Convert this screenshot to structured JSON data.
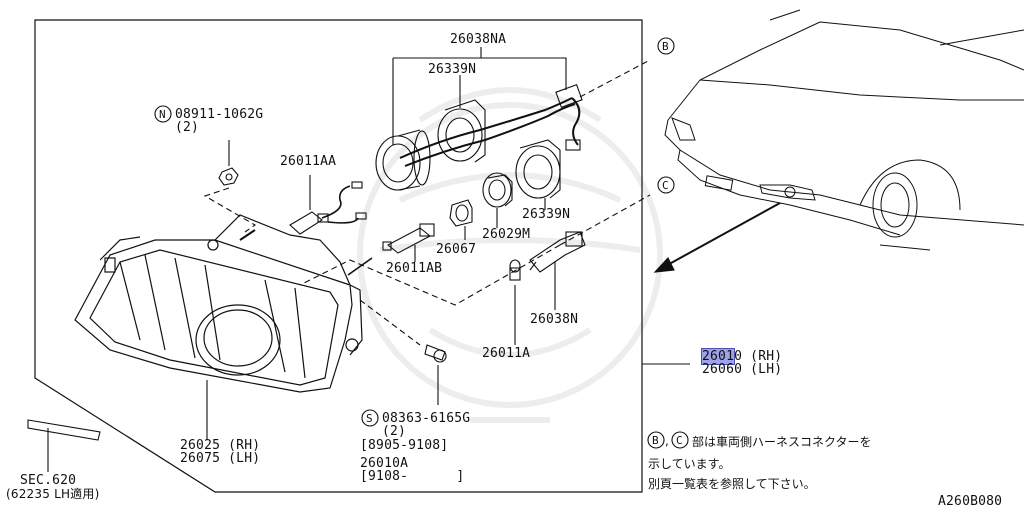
{
  "diagram": {
    "doc_code": "A260B080",
    "circle_refs": {
      "b": "B",
      "c": "C",
      "n": "N",
      "s": "S"
    },
    "labels": {
      "harness_main": "26038NA",
      "socket_upper": "26339N",
      "socket_right": "26339N",
      "bolt_n_part": "08911-1062G",
      "bolt_n_qty": "(2)",
      "bulb_aa": "26011AA",
      "bulb_ab": "26011AB",
      "cap_067": "26067",
      "cap_029m": "26029M",
      "harness_n": "26038N",
      "bulb_a": "26011A",
      "assy_rh_prefix": "2601",
      "assy_rh_suffix": "0 (RH)",
      "assy_lh": "26060 (LH)",
      "lamp_rh": "26025 (RH)",
      "lamp_lh": "26075 (LH)",
      "screw_s_part": "08363-6165G",
      "screw_s_qty": "(2)",
      "date_range_1": "[8905-9108]",
      "part_010a": "26010A",
      "date_range_2": "[9108-      ]",
      "sec_ref": "SEC.620",
      "sec_sub": "(62235 LH適用)"
    },
    "note_lines": [
      "部は車両側ハーネスコネクターを",
      "示しています。",
      "別頁一覧表を参照して下さい。"
    ],
    "note_prefix_sep": ","
  }
}
